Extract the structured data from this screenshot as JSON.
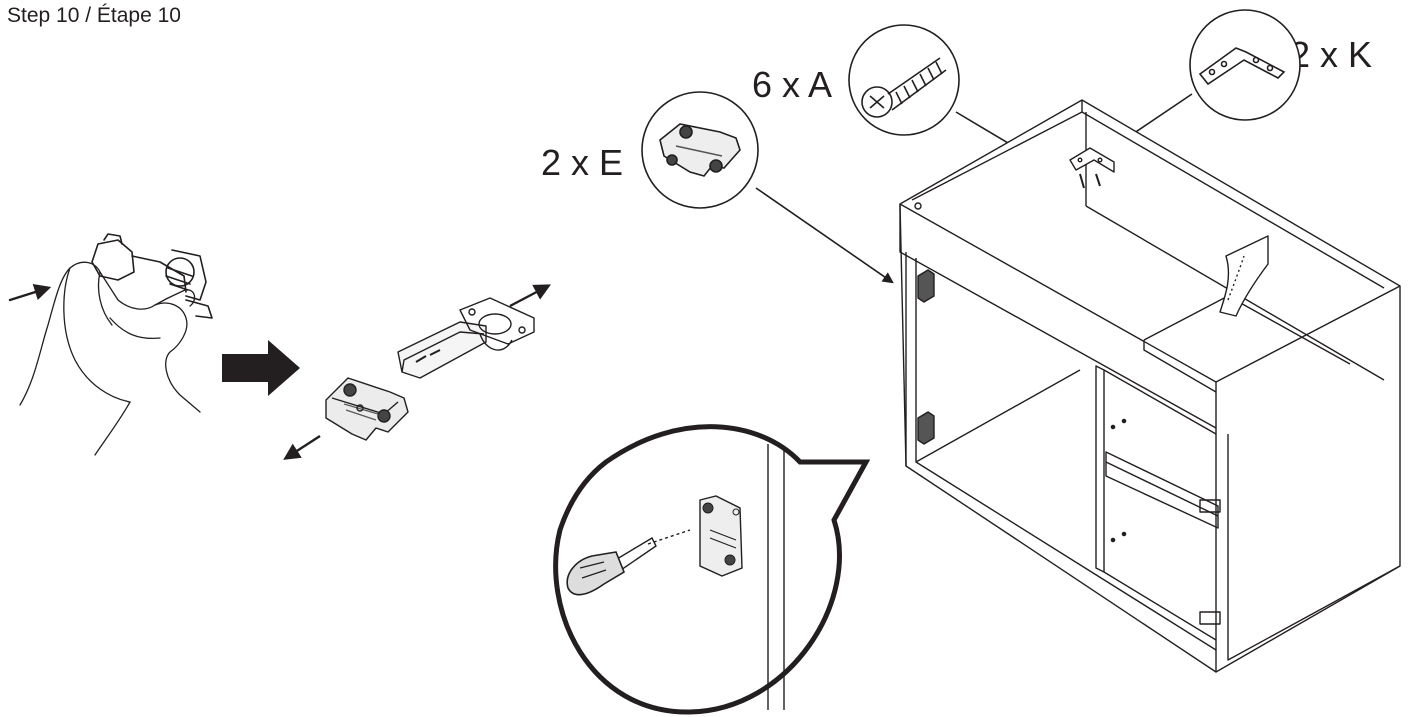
{
  "title": "Step 10 / Étape 10",
  "parts": {
    "e": {
      "label": "2 x E"
    },
    "a": {
      "label": "6 x A"
    },
    "k": {
      "label": "2 x K"
    }
  },
  "colors": {
    "ink": "#231f20",
    "paper": "#ffffff",
    "hardware": "#8a8a8a"
  }
}
